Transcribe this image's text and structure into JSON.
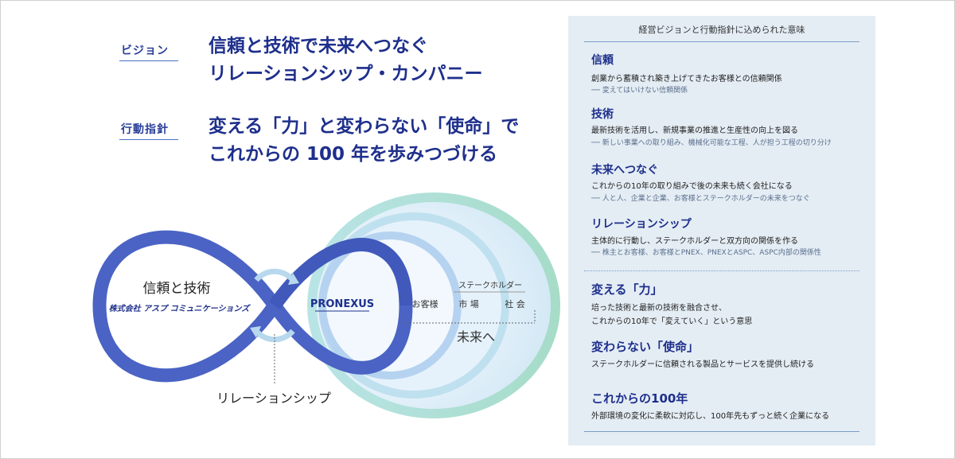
{
  "vision": {
    "label": "ビジョン",
    "line1": "信頼と技術で未来へつなぐ",
    "line2": "リレーションシップ・カンパニー"
  },
  "guideline": {
    "label": "行動指針",
    "line1": "変える「力」と変わらない「使命」で",
    "line2": "これからの 100 年を歩みつづける"
  },
  "diagram": {
    "left_title": "信頼と技術",
    "company": "株式会社 アスプ コミュニケーションズ",
    "right_logo": "PRONEXUS",
    "relationship": "リレーションシップ",
    "customer": "お客様",
    "market": "市 場",
    "society": "社 会",
    "stakeholder": "ステークホルダー",
    "future": "未来へ"
  },
  "panel": {
    "title": "経営ビジョンと行動指針に込められた意味",
    "items": [
      {
        "term": "信頼",
        "desc": "創業から蓄積され築き上げてきたお客様との信頼関係",
        "note": "── 変えてはいけない信頼関係"
      },
      {
        "term": "技術",
        "desc": "最新技術を活用し、新規事業の推進と生産性の向上を図る",
        "note": "── 新しい事業への取り組み、機械化可能な工程、人が担う工程の切り分け"
      },
      {
        "term": "未来へつなぐ",
        "desc": "これからの10年の取り組みで後の未来も続く会社になる",
        "note": "── 人と人、企業と企業、お客様とステークホルダーの未来をつなぐ"
      },
      {
        "term": "リレーションシップ",
        "desc": "主体的に行動し、ステークホルダーと双方向の関係を作る",
        "note": "── 株主とお客様、お客様とPNEX、PNEXとASPC、ASPC内部の関係性"
      }
    ],
    "items2": [
      {
        "term": "変える「力」",
        "desc1": "培った技術と最新の技術を融合させ、",
        "desc2": "これからの10年で「変えていく」という意思"
      },
      {
        "term": "変わらない「使命」",
        "desc1": "ステークホルダーに信頼される製品とサービスを提供し続ける"
      },
      {
        "term": "これからの100年",
        "desc1": "外部環境の変化に柔軟に対応し、100年先もずっと続く企業になる"
      }
    ]
  },
  "colors": {
    "brand_blue": "#1e2f8c",
    "loop_blue": "#4a63c4",
    "teal": "#a8dccd",
    "panel_bg": "#e4edf4"
  }
}
